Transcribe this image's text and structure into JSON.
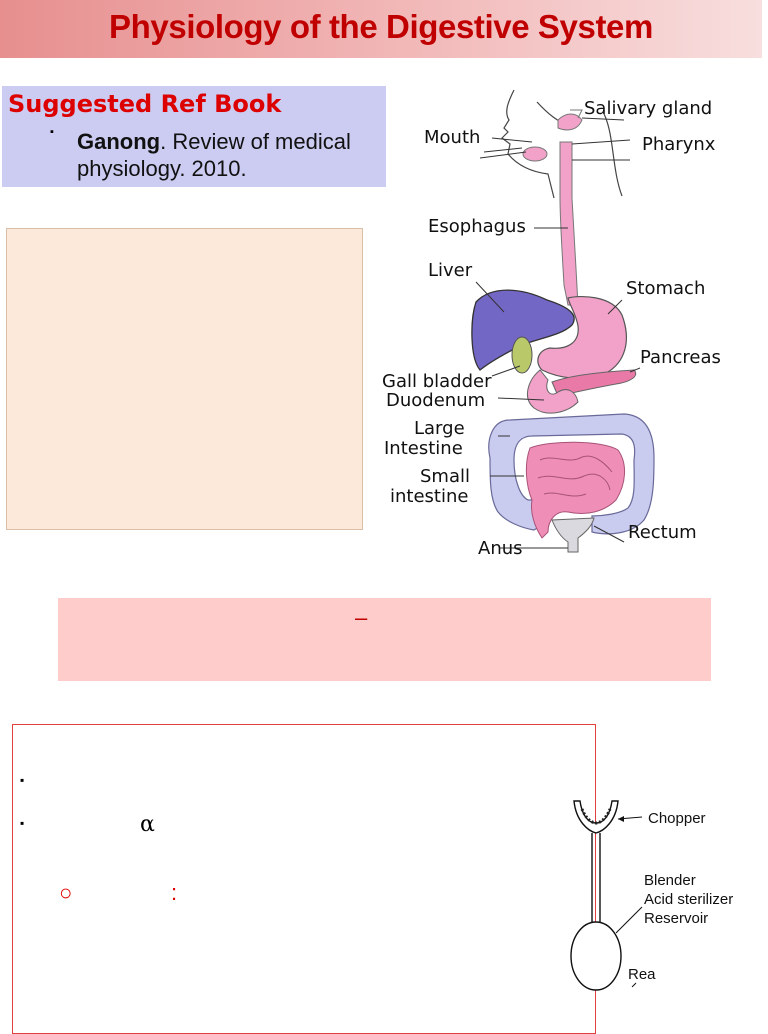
{
  "header": {
    "title": "Physiology of the Digestive System"
  },
  "reference": {
    "heading": "Suggested Ref Book",
    "bullet_glyph": "▪",
    "author": "Ganong",
    "text": ". Review of medical physiology. 2010."
  },
  "diagram": {
    "labels": {
      "salivary_gland": "Salivary gland",
      "mouth": "Mouth",
      "pharynx": "Pharynx",
      "esophagus": "Esophagus",
      "liver": "Liver",
      "stomach": "Stomach",
      "pancreas": "Pancreas",
      "gall_bladder": "Gall bladder",
      "duodenum": "Duodenum",
      "large_intestine_1": "Large",
      "large_intestine_2": "Intestine",
      "small_intestine_1": "Small",
      "small_intestine_2": "intestine",
      "rectum": "Rectum",
      "anus": "Anus"
    },
    "colors": {
      "organ_pink": "#f2a1c9",
      "liver_purple": "#7367c6",
      "colon_lavender": "#c9cbef",
      "gall_green": "#b9c96a"
    }
  },
  "banner": {
    "dash": "–"
  },
  "notes": {
    "bullet_glyph": "▪",
    "alpha": "α",
    "circle_glyph": "○",
    "colon": ":"
  },
  "model": {
    "labels": {
      "chopper": "Chopper",
      "blender": "Blender",
      "acid": "Acid sterilizer",
      "reservoir": "Reservoir",
      "rea": "Rea"
    }
  }
}
